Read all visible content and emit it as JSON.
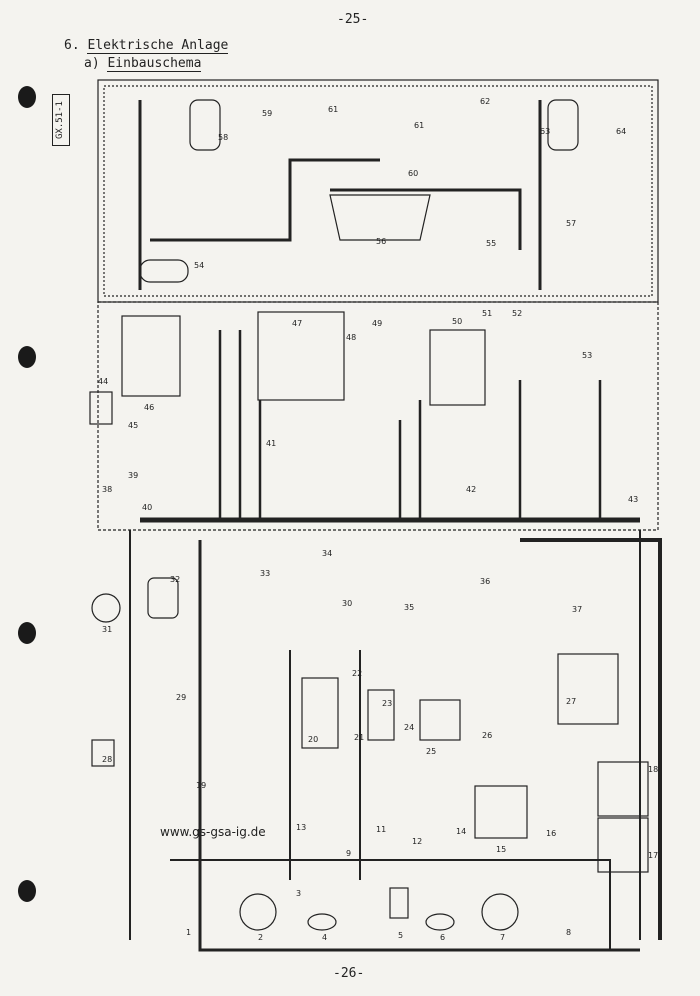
{
  "page": {
    "number_top": "-25-",
    "number_bottom": "-26-",
    "section_number": "6.",
    "section_title": "Elektrische Anlage",
    "sub_letter": "a)",
    "sub_title": "Einbauschema",
    "doc_ref": "GX.51-1",
    "website": "www.gs-gsa-ig.de"
  },
  "components": [
    {
      "id": "c1",
      "label": "1"
    },
    {
      "id": "c2",
      "label": "2"
    },
    {
      "id": "c3",
      "label": "3"
    },
    {
      "id": "c4",
      "label": "4"
    },
    {
      "id": "c5",
      "label": "5"
    },
    {
      "id": "c6",
      "label": "6"
    },
    {
      "id": "c7",
      "label": "7"
    },
    {
      "id": "c8",
      "label": "8"
    },
    {
      "id": "c9",
      "label": "9"
    },
    {
      "id": "c11",
      "label": "11"
    },
    {
      "id": "c12",
      "label": "12"
    },
    {
      "id": "c13",
      "label": "13"
    },
    {
      "id": "c14",
      "label": "14"
    },
    {
      "id": "c15",
      "label": "15"
    },
    {
      "id": "c16",
      "label": "16"
    },
    {
      "id": "c17",
      "label": "17"
    },
    {
      "id": "c18",
      "label": "18"
    },
    {
      "id": "c19",
      "label": "19"
    },
    {
      "id": "c20",
      "label": "20"
    },
    {
      "id": "c21",
      "label": "21"
    },
    {
      "id": "c22",
      "label": "22"
    },
    {
      "id": "c23",
      "label": "23"
    },
    {
      "id": "c24",
      "label": "24"
    },
    {
      "id": "c25",
      "label": "25"
    },
    {
      "id": "c26",
      "label": "26"
    },
    {
      "id": "c27",
      "label": "27"
    },
    {
      "id": "c28",
      "label": "28"
    },
    {
      "id": "c29",
      "label": "29"
    },
    {
      "id": "c30",
      "label": "30"
    },
    {
      "id": "c31",
      "label": "31"
    },
    {
      "id": "c32",
      "label": "32"
    },
    {
      "id": "c33",
      "label": "33"
    },
    {
      "id": "c34",
      "label": "34"
    },
    {
      "id": "c35",
      "label": "35"
    },
    {
      "id": "c36",
      "label": "36"
    },
    {
      "id": "c37",
      "label": "37"
    },
    {
      "id": "c38",
      "label": "38"
    },
    {
      "id": "c39",
      "label": "39"
    },
    {
      "id": "c40",
      "label": "40"
    },
    {
      "id": "c41",
      "label": "41"
    },
    {
      "id": "c42",
      "label": "42"
    },
    {
      "id": "c43",
      "label": "43"
    },
    {
      "id": "c44",
      "label": "44"
    },
    {
      "id": "c45",
      "label": "45"
    },
    {
      "id": "c46",
      "label": "46"
    },
    {
      "id": "c47",
      "label": "47"
    },
    {
      "id": "c48",
      "label": "48"
    },
    {
      "id": "c49",
      "label": "49"
    },
    {
      "id": "c50",
      "label": "50"
    },
    {
      "id": "c51",
      "label": "51"
    },
    {
      "id": "c52",
      "label": "52"
    },
    {
      "id": "c53",
      "label": "53"
    },
    {
      "id": "c54",
      "label": "54"
    },
    {
      "id": "c55",
      "label": "55"
    },
    {
      "id": "c56",
      "label": "56"
    },
    {
      "id": "c57",
      "label": "57"
    },
    {
      "id": "c58",
      "label": "58"
    },
    {
      "id": "c59",
      "label": "59"
    },
    {
      "id": "c60",
      "label": "60"
    },
    {
      "id": "c61a",
      "label": "61"
    },
    {
      "id": "c61b",
      "label": "61"
    },
    {
      "id": "c62",
      "label": "62"
    },
    {
      "id": "c63",
      "label": "63"
    },
    {
      "id": "c64",
      "label": "64"
    }
  ]
}
